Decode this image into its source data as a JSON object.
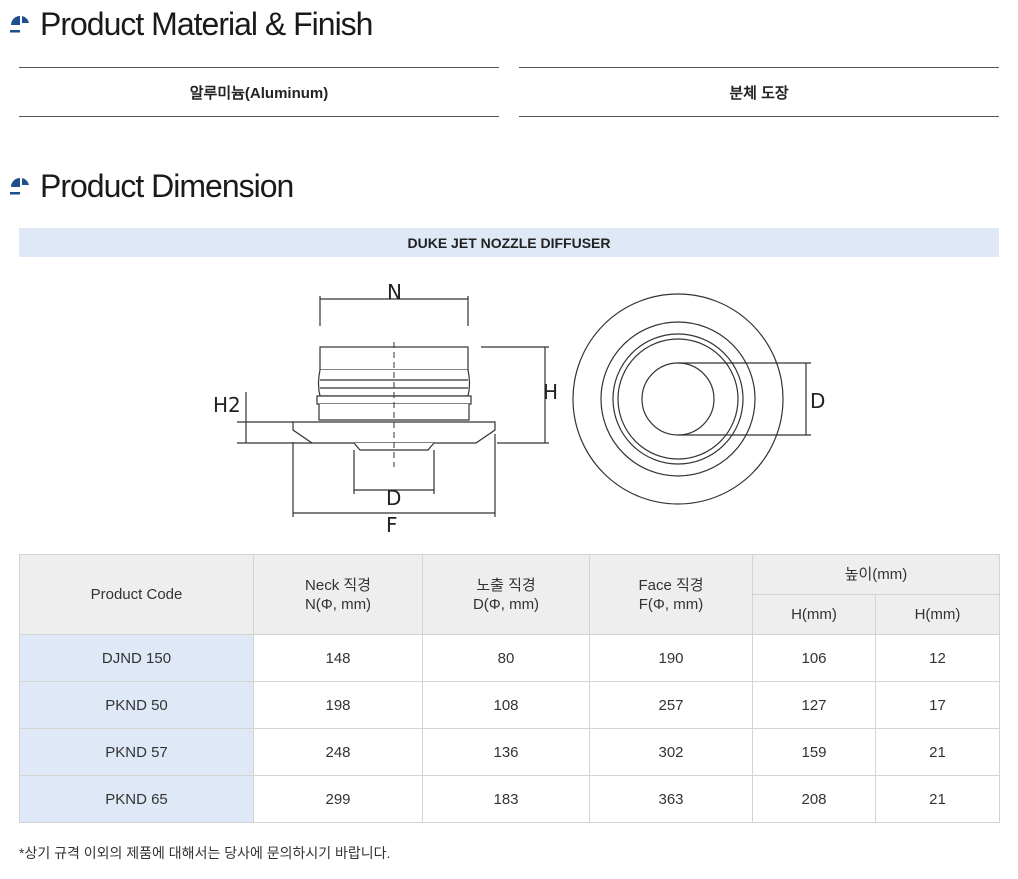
{
  "material_section": {
    "title": "Product Material & Finish",
    "icon": "quarter-circle-icon",
    "material": "알루미늄(Aluminum)",
    "finish": "분체 도장"
  },
  "dimension_section": {
    "title": "Product Dimension",
    "icon": "quarter-circle-icon",
    "banner": "DUKE JET NOZZLE DIFFUSER",
    "diagram_labels": {
      "n": "N",
      "d": "D",
      "f": "F",
      "h": "H",
      "h2": "H2",
      "d_front": "D"
    }
  },
  "table": {
    "headers": {
      "code": "Product Code",
      "neck_1": "Neck 직경",
      "neck_2": "N(Φ, mm)",
      "expose_1": "노출 직경",
      "expose_2": "D(Φ, mm)",
      "face_1": "Face 직경",
      "face_2": "F(Φ, mm)",
      "height": "높이(mm)",
      "h": "H(mm)",
      "h2": "H(mm)"
    },
    "rows": [
      [
        "DJND 150",
        "148",
        "80",
        "190",
        "106",
        "12"
      ],
      [
        "PKND 50",
        "198",
        "108",
        "257",
        "127",
        "17"
      ],
      [
        "PKND 57",
        "248",
        "136",
        "302",
        "159",
        "21"
      ],
      [
        "PKND 65",
        "299",
        "183",
        "363",
        "208",
        "21"
      ]
    ]
  },
  "footnote": "*상기 규격 이외의 제품에 대해서는 당사에 문의하시기 바랍니다.",
  "colors": {
    "accent": "#1e4f8f",
    "banner_bg": "#dfe8f6",
    "header_bg": "#eeeeee",
    "code_bg": "#dfe8f6"
  }
}
